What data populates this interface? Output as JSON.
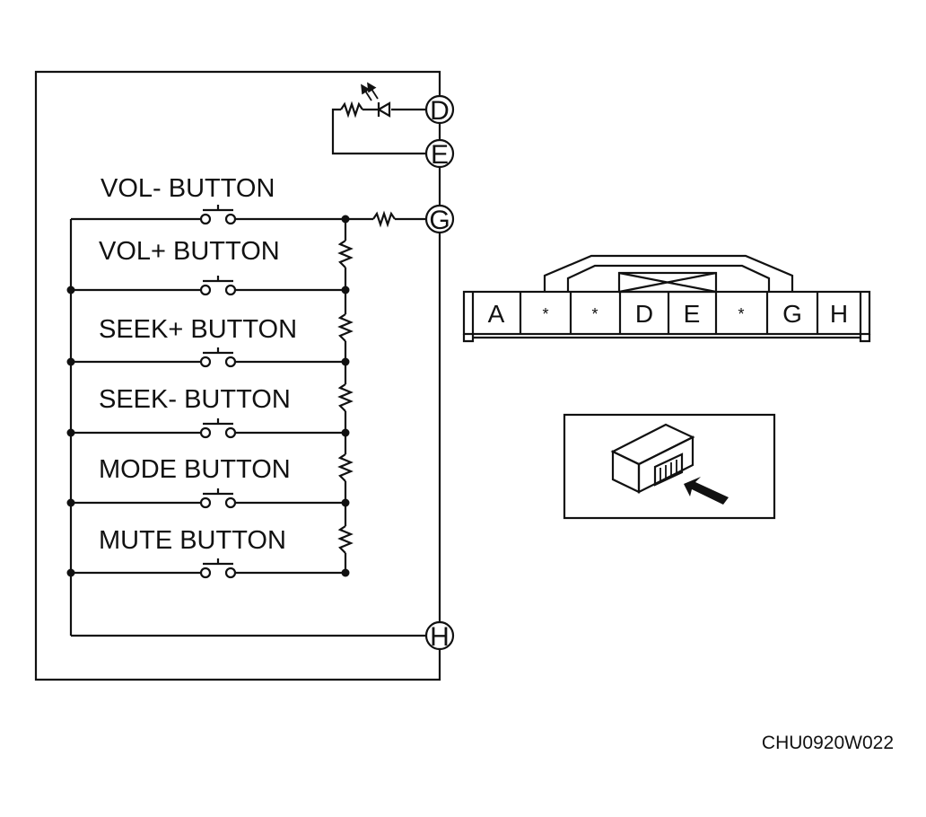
{
  "circuit": {
    "terminals": [
      "D",
      "E",
      "G",
      "H"
    ],
    "buttons": [
      "VOL- BUTTON",
      "VOL+ BUTTON",
      "SEEK+ BUTTON",
      "SEEK- BUTTON",
      "MODE BUTTON",
      "MUTE BUTTON"
    ]
  },
  "connector": {
    "pins": [
      "A",
      "*",
      "*",
      "D",
      "E",
      "*",
      "G",
      "H"
    ]
  },
  "figure_code": "CHU0920W022"
}
